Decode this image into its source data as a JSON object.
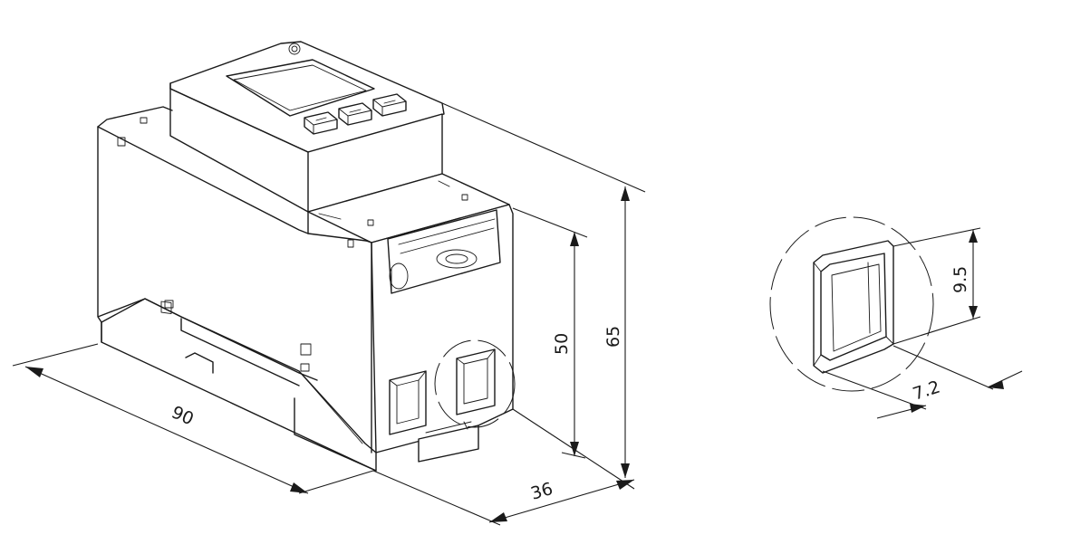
{
  "dimensions": {
    "length": "90",
    "width": "36",
    "height_total": "65",
    "height_terminal": "50",
    "detail_height": "9.5",
    "detail_width": "7.2"
  },
  "colors": {
    "line": "#1a1a1a",
    "background": "#ffffff"
  }
}
